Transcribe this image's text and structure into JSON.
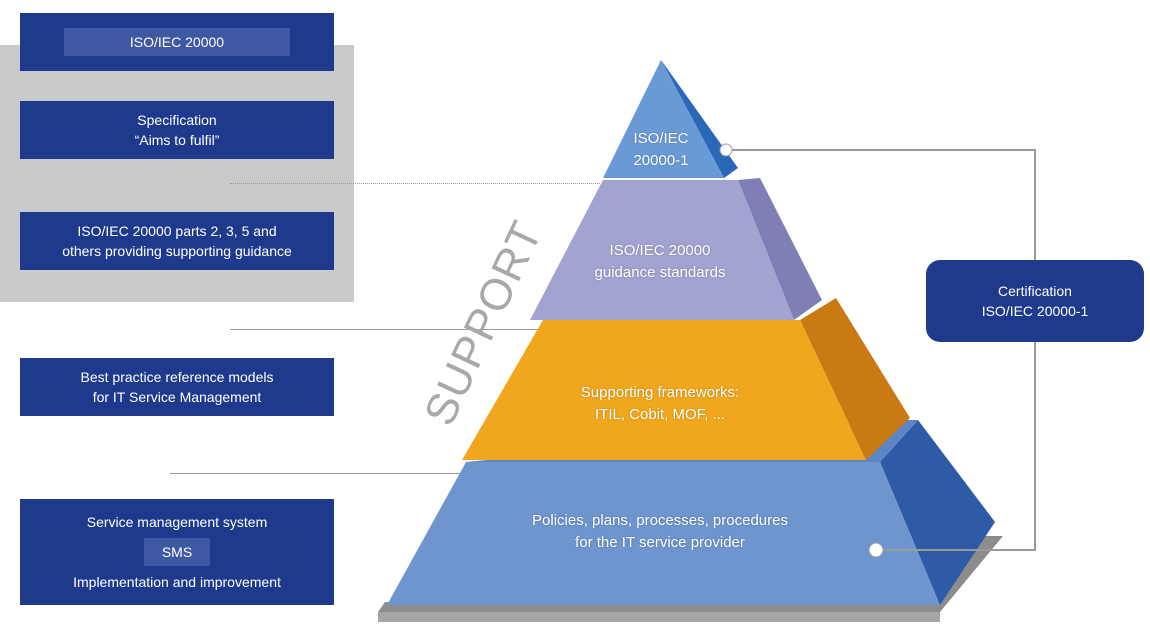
{
  "left_column": {
    "standard_chip": "ISO/IEC 20000",
    "specification": [
      "Specification",
      "“Aims to fulfil”"
    ],
    "supporting_parts": [
      "ISO/IEC 20000 parts 2, 3, 5 and",
      "others providing supporting guidance"
    ],
    "best_practice": [
      "Best practice reference models",
      "for IT Service Management"
    ],
    "sms_box": {
      "top": "Service management system",
      "chip": "SMS",
      "bottom": "Implementation and improvement"
    }
  },
  "pyramid": {
    "tier1": [
      "ISO/IEC",
      "20000-1"
    ],
    "tier2": [
      "ISO/IEC 20000",
      "guidance standards"
    ],
    "tier3": [
      "Supporting frameworks:",
      "ITIL, Cobit, MOF, ..."
    ],
    "tier4": [
      "Policies, plans, processes, procedures",
      "for the IT service provider"
    ]
  },
  "support_label": "SUPPORT",
  "certification": [
    "Certification",
    "ISO/IEC 20000-1"
  ],
  "colors": {
    "navy": "#1f3a8c",
    "tier1": "#5b8fd0",
    "tier2": "#9c9ccc",
    "tier3": "#f0a71e",
    "tier4": "#6f95cf",
    "panel_gray": "#c9cacc"
  }
}
